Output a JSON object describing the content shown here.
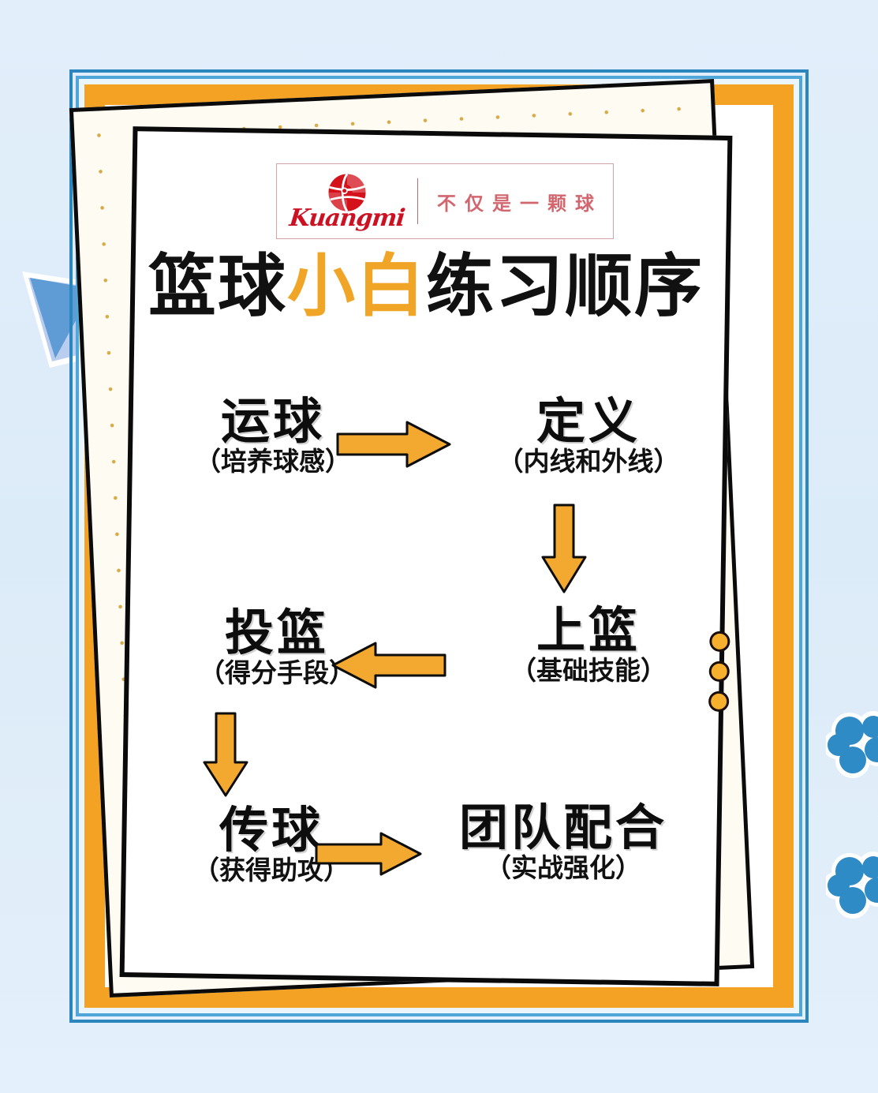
{
  "poster": {
    "title_segments": [
      {
        "text": "篮",
        "highlight": false
      },
      {
        "text": "球",
        "highlight": false
      },
      {
        "text": "小",
        "highlight": false
      },
      {
        "text": "白",
        "highlight": false
      },
      {
        "text": "练",
        "highlight": false
      },
      {
        "text": "习",
        "highlight": false
      },
      {
        "text": "顺",
        "highlight": false
      },
      {
        "text": "序",
        "highlight": false
      }
    ],
    "title": "篮球小白练习顺序",
    "accent_color": "#f0a527",
    "frame_color": "#2a86bd",
    "panel_color": "#f3a224",
    "background_color": "#deedfa",
    "brand_red": "#cc1122"
  },
  "brand": {
    "name": "Kuangmi",
    "logo_icon": "basketball-icon",
    "tagline": "不仅是一颗球"
  },
  "flow": {
    "nodes": [
      {
        "id": "dribble",
        "title": "运球",
        "subtitle": "（培养球感）"
      },
      {
        "id": "define",
        "title": "定义",
        "subtitle": "（内线和外线）"
      },
      {
        "id": "shoot",
        "title": "投篮",
        "subtitle": "（得分手段）"
      },
      {
        "id": "layup",
        "title": "上篮",
        "subtitle": "（基础技能）"
      },
      {
        "id": "pass",
        "title": "传球",
        "subtitle": "（获得助攻）"
      },
      {
        "id": "team",
        "title": "团队配合",
        "subtitle": "（实战强化）"
      }
    ],
    "arrows": [
      {
        "id": "dribble-to-define",
        "direction": "right"
      },
      {
        "id": "define-to-layup",
        "direction": "down"
      },
      {
        "id": "layup-to-shoot",
        "direction": "left"
      },
      {
        "id": "shoot-to-pass",
        "direction": "down"
      },
      {
        "id": "pass-to-team",
        "direction": "right"
      }
    ],
    "arrow_color": "#f3a92f"
  },
  "decor": {
    "paper_plane": "paper-plane-icon",
    "clouds": [
      "cloud-blob-icon",
      "cloud-blob-icon"
    ],
    "edge_dots": 3,
    "dot_color": "#f7b02e"
  }
}
